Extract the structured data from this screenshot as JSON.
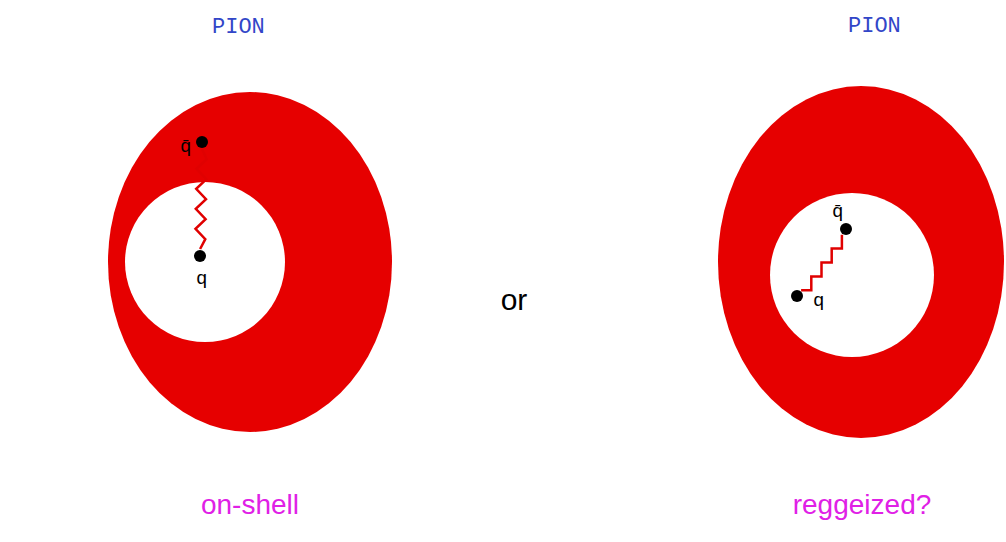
{
  "diagram": {
    "nodes": [
      {
        "text": [
          "PION"
        ]
      },
      {
        "text": [
          "q̄"
        ],
        "in": 0
      },
      {
        "text": [
          "q"
        ],
        "in": 0
      },
      {
        "text": [
          "PION"
        ]
      },
      {
        "text": [
          "q̄"
        ],
        "in": 3
      },
      {
        "text": [
          "q"
        ],
        "in": 3
      }
    ],
    "edges": [
      {
        "from": 2,
        "to": 1,
        "arrow": "none"
      },
      {
        "from": 5,
        "to": 4,
        "arrow": "none"
      }
    ],
    "labels": [
      "or",
      "on-shell",
      "reggeized?"
    ]
  }
}
